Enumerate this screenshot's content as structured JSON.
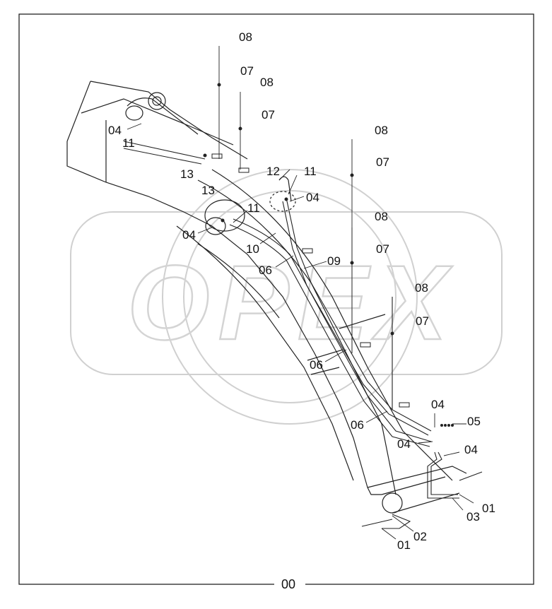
{
  "diagram": {
    "frame_label": "00",
    "watermark": "OPEX",
    "callouts": [
      {
        "id": "c01a",
        "text": "08"
      },
      {
        "id": "c02a",
        "text": "07"
      },
      {
        "id": "c03a",
        "text": "08"
      },
      {
        "id": "c04a",
        "text": "07"
      },
      {
        "id": "c05a",
        "text": "04"
      },
      {
        "id": "c06a",
        "text": "11"
      },
      {
        "id": "c07a",
        "text": "13"
      },
      {
        "id": "c08a",
        "text": "12"
      },
      {
        "id": "c09a",
        "text": "13"
      },
      {
        "id": "c10a",
        "text": "11"
      },
      {
        "id": "c11a",
        "text": "04"
      },
      {
        "id": "c12a",
        "text": "08"
      },
      {
        "id": "c13a",
        "text": "07"
      },
      {
        "id": "c14a",
        "text": "11"
      },
      {
        "id": "c15a",
        "text": "04"
      },
      {
        "id": "c16a",
        "text": "10"
      },
      {
        "id": "c17a",
        "text": "08"
      },
      {
        "id": "c18a",
        "text": "06"
      },
      {
        "id": "c19a",
        "text": "09"
      },
      {
        "id": "c20a",
        "text": "07"
      },
      {
        "id": "c21a",
        "text": "08"
      },
      {
        "id": "c22a",
        "text": "07"
      },
      {
        "id": "c23a",
        "text": "06"
      },
      {
        "id": "c24a",
        "text": "04"
      },
      {
        "id": "c25a",
        "text": "05"
      },
      {
        "id": "c26a",
        "text": "06"
      },
      {
        "id": "c27a",
        "text": "04"
      },
      {
        "id": "c28a",
        "text": "04"
      },
      {
        "id": "c29a",
        "text": "01"
      },
      {
        "id": "c30a",
        "text": "03"
      },
      {
        "id": "c31a",
        "text": "02"
      },
      {
        "id": "c32a",
        "text": "01"
      }
    ]
  }
}
